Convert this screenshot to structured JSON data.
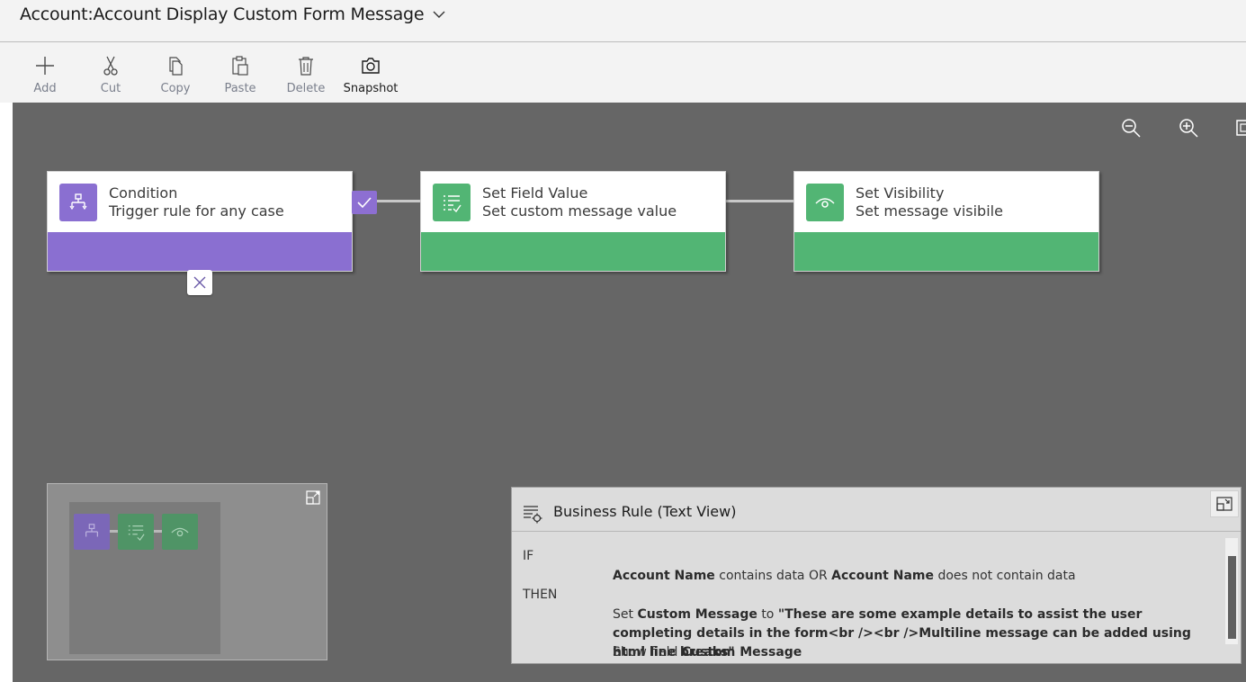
{
  "header": {
    "entity": "Account:",
    "rule_name": "Account Display Custom Form Message"
  },
  "toolbar": {
    "items": [
      {
        "label": "Add",
        "icon": "plus-icon"
      },
      {
        "label": "Cut",
        "icon": "scissors-icon"
      },
      {
        "label": "Copy",
        "icon": "copy-icon"
      },
      {
        "label": "Paste",
        "icon": "paste-icon"
      },
      {
        "label": "Delete",
        "icon": "trash-icon"
      },
      {
        "label": "Snapshot",
        "icon": "camera-icon"
      }
    ]
  },
  "canvas": {
    "zoom_controls": [
      "zoom-out-icon",
      "zoom-in-icon",
      "fit-to-screen-icon"
    ],
    "nodes": [
      {
        "title": "Condition",
        "subtitle": "Trigger rule for any case",
        "color": "#8a6fd1",
        "icon": "condition-flow-icon"
      },
      {
        "title": "Set Field Value",
        "subtitle": "Set custom message value",
        "color": "#52b574",
        "icon": "set-value-icon"
      },
      {
        "title": "Set Visibility",
        "subtitle": "Set message visibile",
        "color": "#52b574",
        "icon": "eye-icon"
      }
    ],
    "condition_branches": {
      "true_icon": "checkmark-icon",
      "false_icon": "close-icon"
    }
  },
  "text_view": {
    "title": "Business Rule (Text View)",
    "if_keyword": "IF",
    "then_keyword": "THEN",
    "condition": {
      "field1": "Account Name",
      "op1": "contains data OR",
      "field2": "Account Name",
      "op2": "does not contain data"
    },
    "action1": {
      "prefix": "Set",
      "field": "Custom Message",
      "to": "to",
      "value": "\"These are some example details to assist the user completing details in the form<br /><br />Multiline message can be added using html line breaks\""
    },
    "action2": {
      "prefix": "Show field",
      "field": "Custom Message"
    }
  },
  "colors": {
    "canvas": "#666666",
    "condition": "#8a6fd1",
    "action": "#52b574"
  }
}
